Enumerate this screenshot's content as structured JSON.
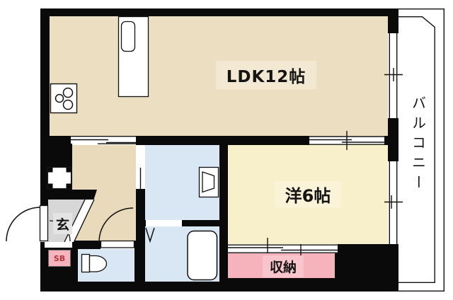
{
  "plan": {
    "type": "apartment-floorplan",
    "labels": {
      "ldk": "LDK12帖",
      "bedroom": "洋6帖",
      "balcony": "バルコニー",
      "storage": "収納",
      "entrance": "玄",
      "shoe_box": "SB"
    },
    "colors": {
      "wall": "#0a0a0a",
      "ldk_floor": "#ECDEC1",
      "hall_floor": "#E9DABB",
      "bedroom_floor": "#F8EFCB",
      "wet_area_floor": "#D9E6F4",
      "storage_fill": "#F6B3BC",
      "entrance_fill": "#D7D7D7",
      "entrance_patch": "#E4E4E4",
      "label_patch_ldk": "#F3E9D3",
      "label_patch_bedroom": "#FBF3D8",
      "label_patch_storage": "#F9C5CD",
      "shoe_box_fill": "#F6B3BC",
      "shoe_box_text": "#B03A3A",
      "line": "#111111"
    }
  }
}
